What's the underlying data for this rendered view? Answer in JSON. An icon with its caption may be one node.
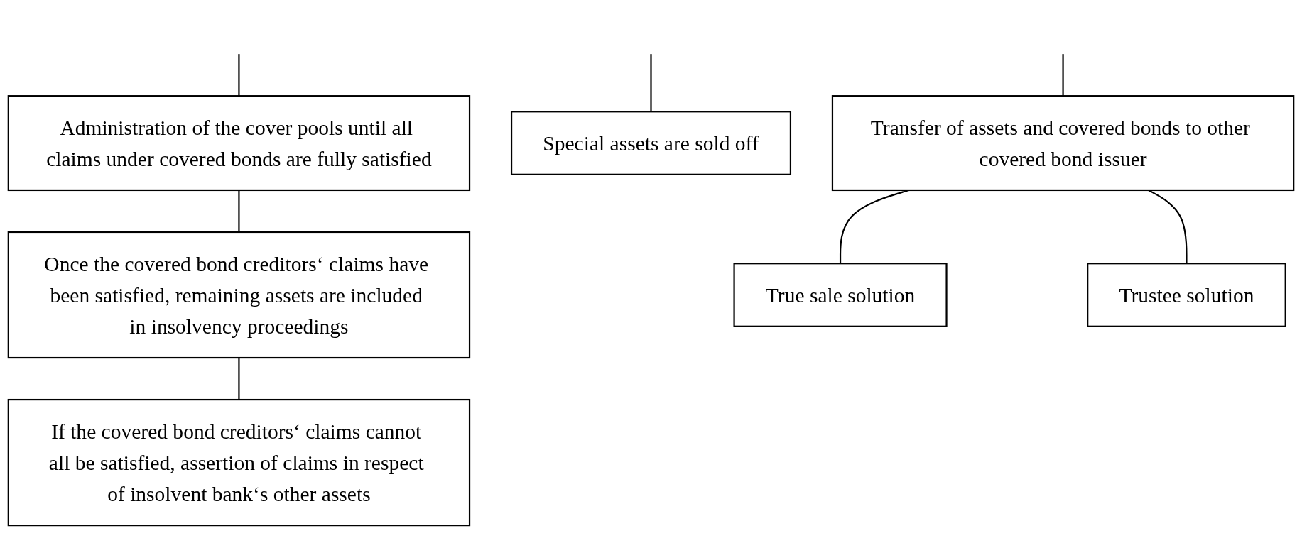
{
  "diagram": {
    "nodes": [
      {
        "text": [
          "Administration of the cover pools until all claims under covered bonds are fully satisfied"
        ]
      },
      {
        "text": [
          "Special assets are sold off"
        ]
      },
      {
        "text": [
          "Transfer of assets and covered bonds to other covered bond issuer"
        ]
      },
      {
        "text": [
          "Once the covered bond creditors‘ claims have been satisfied, remaining assets are included in insolvency proceedings"
        ]
      },
      {
        "text": [
          "If the covered bond creditors‘ claims cannot all be satisfied, assertion of claims in respect of insolvent bank‘s other assets"
        ]
      },
      {
        "text": [
          "True sale solution"
        ]
      },
      {
        "text": [
          "Trustee solution"
        ]
      }
    ],
    "edges": [
      {
        "from": null,
        "to": 0,
        "arrow": "none"
      },
      {
        "from": null,
        "to": 1,
        "arrow": "none"
      },
      {
        "from": null,
        "to": 2,
        "arrow": "none"
      },
      {
        "from": 0,
        "to": 3,
        "arrow": "none"
      },
      {
        "from": 3,
        "to": 4,
        "arrow": "none"
      },
      {
        "from": 2,
        "to": 5,
        "arrow": "none"
      },
      {
        "from": 2,
        "to": 6,
        "arrow": "none"
      }
    ]
  }
}
